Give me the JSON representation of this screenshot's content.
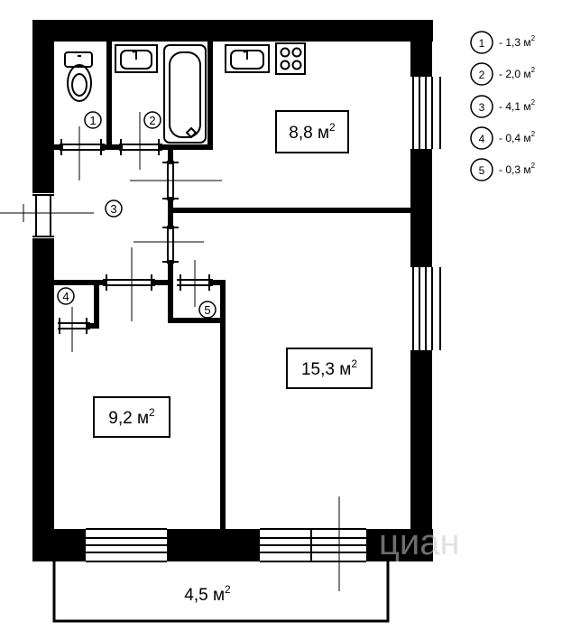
{
  "rooms": {
    "kitchen": {
      "area": "8,8 м",
      "sup": "2"
    },
    "living": {
      "area": "15,3 м",
      "sup": "2"
    },
    "bedroom": {
      "area": "9,2 м",
      "sup": "2"
    },
    "balcony": {
      "area": "4,5 м",
      "sup": "2"
    }
  },
  "markers": [
    "1",
    "2",
    "3",
    "4",
    "5"
  ],
  "legend": [
    {
      "num": "1",
      "text": "- 1,3 м",
      "sup": "2"
    },
    {
      "num": "2",
      "text": "- 2,0 м",
      "sup": "2"
    },
    {
      "num": "3",
      "text": "- 4,1 м",
      "sup": "2"
    },
    {
      "num": "4",
      "text": "- 0,4 м",
      "sup": "2"
    },
    {
      "num": "5",
      "text": "- 0,3 м",
      "sup": "2"
    }
  ],
  "watermark": "циан"
}
